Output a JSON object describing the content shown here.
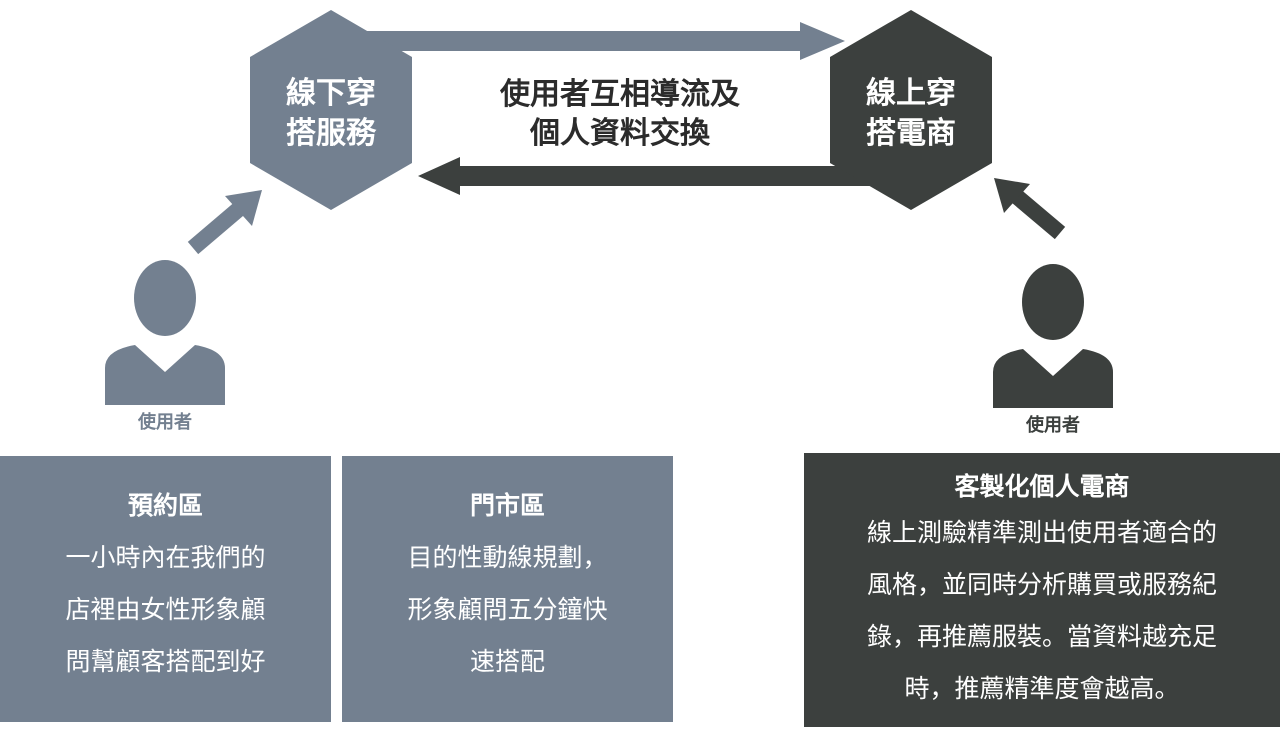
{
  "colors": {
    "slate": "#738090",
    "dark": "#3c403e"
  },
  "offline_node": {
    "lines": [
      "線下穿",
      "搭服務"
    ]
  },
  "online_node": {
    "lines": [
      "線上穿",
      "搭電商"
    ]
  },
  "exchange_label": {
    "lines": [
      "使用者互相導流及",
      "個人資料交換"
    ]
  },
  "left_user": {
    "icon": "person-icon",
    "label": "使用者"
  },
  "right_user": {
    "icon": "person-icon",
    "label": "使用者"
  },
  "boxes": [
    {
      "title": "預約區",
      "lines": [
        "一小時內在我們的",
        "店裡由女性形象顧",
        "問幫顧客搭配到好"
      ]
    },
    {
      "title": "門市區",
      "lines": [
        "目的性動線規劃，",
        "形象顧問五分鐘快",
        "速搭配"
      ]
    },
    {
      "title": "客製化個人電商",
      "lines": [
        "線上測驗精準測出使用者適合的",
        "風格，並同時分析購買或服務紀",
        "錄，再推薦服裝。當資料越充足",
        "時，推薦精準度會越高。"
      ]
    }
  ]
}
